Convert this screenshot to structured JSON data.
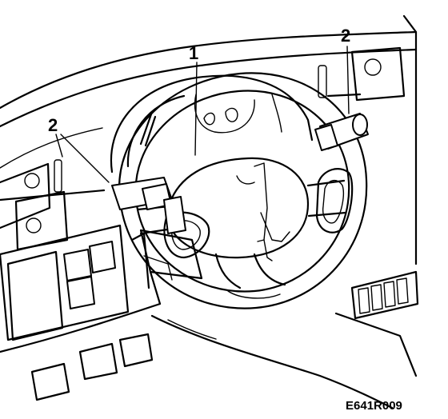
{
  "callouts": {
    "steering_wheel_number": "1",
    "right_switch_number": "2",
    "left_switch_number": "2"
  },
  "figure_reference": "E641R009"
}
